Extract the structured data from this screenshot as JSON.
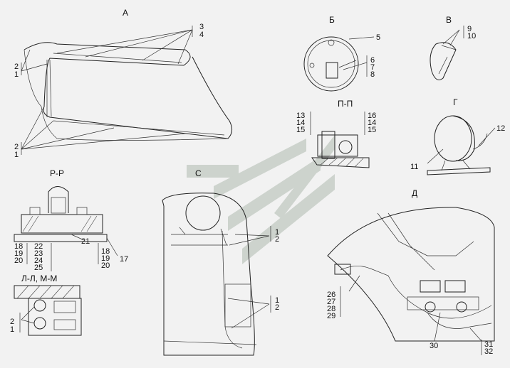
{
  "views": {
    "A": {
      "title": "А",
      "callout_top": [
        "3",
        "4"
      ],
      "callout_left_top": [
        "2",
        "1"
      ],
      "callout_left_bottom": [
        "2",
        "1"
      ]
    },
    "B": {
      "title": "Б",
      "c5": "5",
      "c6": "6",
      "c7": "7",
      "c8": "8"
    },
    "V": {
      "title": "В",
      "c9": "9",
      "c10": "10"
    },
    "G": {
      "title": "Г",
      "c11": "11",
      "c12": "12"
    },
    "PP": {
      "title": "П-П",
      "left": [
        "13",
        "14",
        "15"
      ],
      "right": [
        "16",
        "14",
        "15"
      ]
    },
    "RR": {
      "title": "Р-Р",
      "left": [
        "18",
        "19",
        "20"
      ],
      "mid": [
        "22",
        "23",
        "24",
        "25"
      ],
      "c21": "21",
      "right": [
        "18",
        "19",
        "20"
      ],
      "c17": "17"
    },
    "LM": {
      "title": "Л-Л, М-М",
      "left": [
        "2",
        "1"
      ]
    },
    "C": {
      "title": "С",
      "top": [
        "1",
        "2"
      ],
      "bottom": [
        "1",
        "2"
      ]
    },
    "D": {
      "title": "Д",
      "left": [
        "26",
        "27",
        "28",
        "29"
      ],
      "c30": "30",
      "right": [
        "31",
        "32"
      ]
    }
  },
  "colors": {
    "line": "#222222",
    "watermark": "#c8cfc8",
    "background": "#f2f2f2"
  }
}
